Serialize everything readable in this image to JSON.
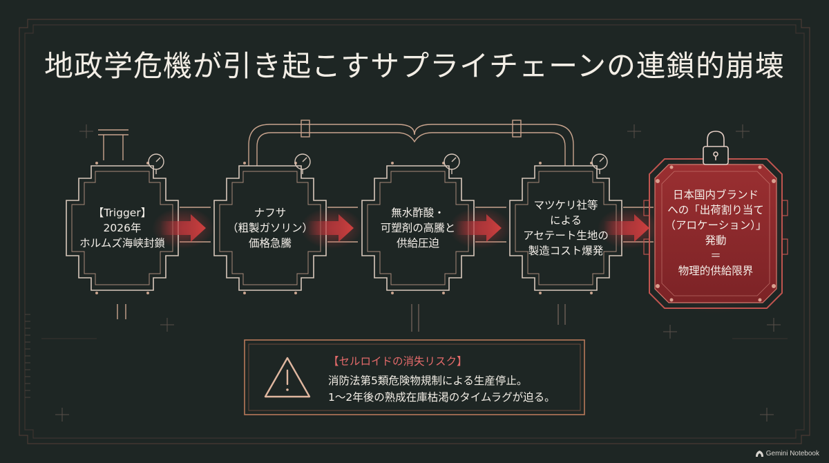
{
  "title": "地政学危機が引き起こすサプライチェーンの連鎖的崩壊",
  "nodes": [
    {
      "lines": [
        "【Trigger】",
        "2026年",
        "ホルムズ海峡封鎖"
      ]
    },
    {
      "lines": [
        "ナフサ",
        "（粗製ガソリン）",
        "価格急騰"
      ]
    },
    {
      "lines": [
        "無水酢酸・",
        "可塑剤の高騰と",
        "供給圧迫"
      ]
    },
    {
      "lines": [
        "マツケリ社等",
        "による",
        "アセテート生地の",
        "製造コスト爆発"
      ]
    }
  ],
  "final_node": {
    "lines": [
      "日本国内ブランド",
      "への「出荷割り当て",
      "（アロケーション）」",
      "発動",
      "＝",
      "物理的供給限界"
    ]
  },
  "warning": {
    "title": "【セルロイドの消失リスク】",
    "line1": "消防法第5類危険物規制による生産停止。",
    "line2": "1〜2年後の熟成在庫枯渇のタイムラグが迫る。"
  },
  "icons": [
    "pressure-gauge-icon",
    "padlock-icon",
    "warning-triangle-icon",
    "arrow-right-icon"
  ],
  "colors": {
    "background": "#1e2624",
    "pipe": "#c9a48e",
    "accent": "#b8363b",
    "final_fill": "#8e2a2d"
  },
  "footer": {
    "label": "Gemini Notebook"
  }
}
